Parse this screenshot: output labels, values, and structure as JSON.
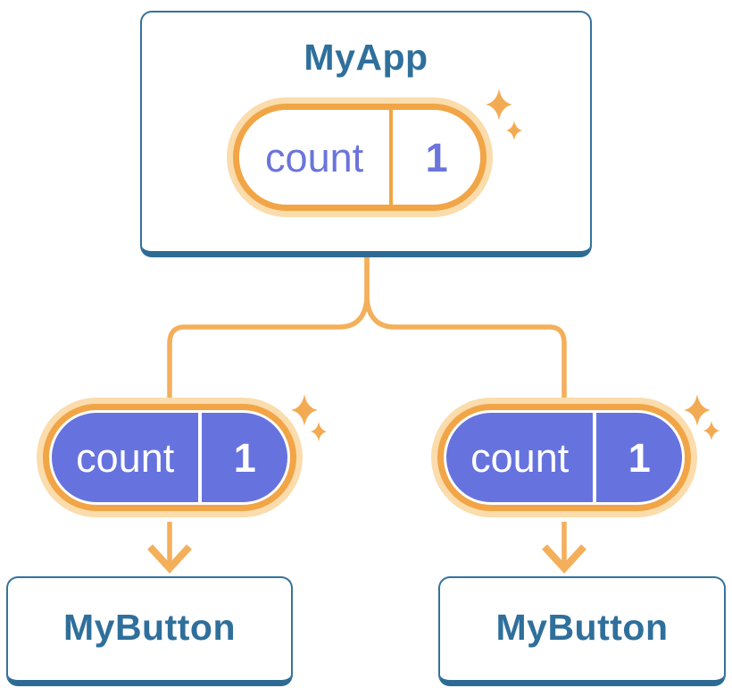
{
  "colors": {
    "page-bg": "#ffffff",
    "card-bg": "#ffffff",
    "blue": "#35729E",
    "blue-dark": "#2E6B94",
    "blue-text": "#2F6F9C",
    "orange": "#F1A546",
    "halo": "#FBDCAC",
    "line": "#F4AF5B",
    "sparkle": "#F3AB53",
    "purple": "#6673DE",
    "purple-text": "#6B74DB"
  },
  "root": {
    "title": "MyApp",
    "state": {
      "label": "count",
      "value": "1"
    }
  },
  "children": [
    {
      "title": "MyButton",
      "prop": {
        "label": "count",
        "value": "1"
      }
    },
    {
      "title": "MyButton",
      "prop": {
        "label": "count",
        "value": "1"
      }
    }
  ]
}
